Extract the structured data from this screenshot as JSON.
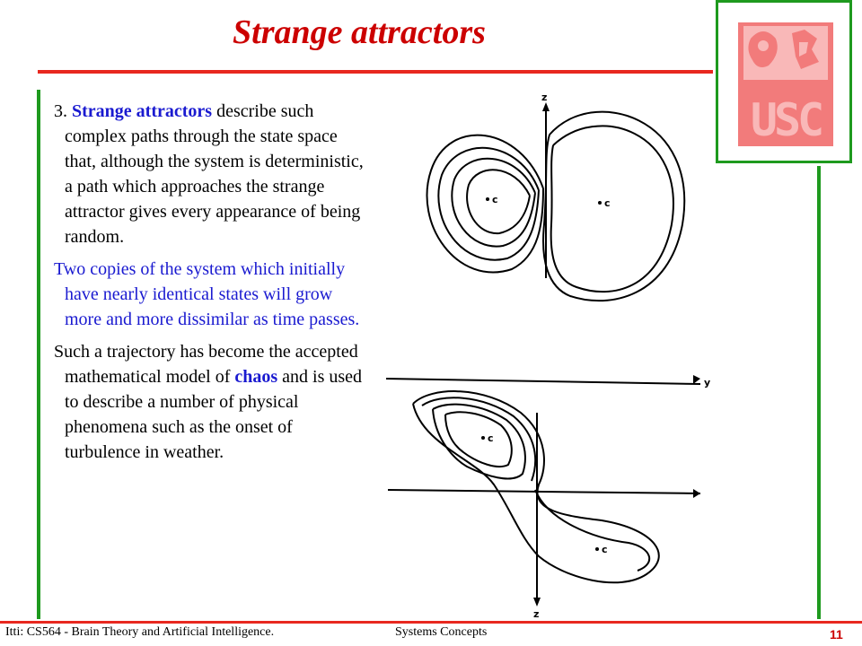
{
  "slide": {
    "title": "Strange attractors",
    "paragraph1": {
      "lead": "3. ",
      "term": "Strange attractors",
      "rest": " describe such complex paths through the state space that, although the system is deterministic, a path which approaches the strange attractor gives every appearance of being random."
    },
    "paragraph2": "Two copies of the system which initially have nearly identical states will grow more and more dissimilar as time passes.",
    "paragraph3": {
      "before": "Such a trajectory has become the accepted mathematical model of ",
      "term": "chaos",
      "after": " and is used to describe a number of physical phenomena such as the onset of turbulence in weather."
    },
    "figure": {
      "axis_label_z_top": "z",
      "axis_label_z_bottom": "z",
      "axis_label_y": "y",
      "point_label_left": "c",
      "point_label_right": "c",
      "point_label_lower_left": "c",
      "point_label_lower_right": "c"
    },
    "logo": {
      "text": "USC"
    }
  },
  "footer": {
    "course": "Itti: CS564 - Brain Theory and Artificial Intelligence.",
    "section": "Systems Concepts",
    "page_number": "11"
  },
  "colors": {
    "title": "#cc0000",
    "accent_red": "#e8281f",
    "accent_green": "#1e9a1e",
    "highlight_blue": "#1a1ad0",
    "logo_fill": "#f27b7b"
  }
}
